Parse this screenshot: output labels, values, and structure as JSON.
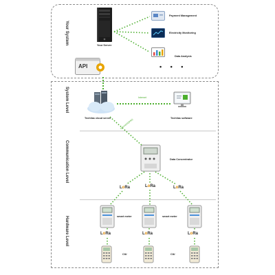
{
  "levels": {
    "your_system": "Your System",
    "system": "System Level",
    "communication": "Communication Level",
    "hardware": "Hardware Level"
  },
  "nodes": {
    "server": "Your Server",
    "api": "API",
    "payment": "Payment Management",
    "electricity": "Electricity Monitoring",
    "analysis": "Data Analysis",
    "more": "• • •",
    "cloud": "Techlias cloud server",
    "software": "Techlias software",
    "internet": "Internet",
    "link": "Internet/GPRS",
    "concentrator": "Data Concentrator",
    "meter1": "smart meter",
    "meter2": "smart meter",
    "ciu1": "CIU",
    "ciu2": "CIU"
  },
  "lora": {
    "comm": [
      "LoRa",
      "LoRa",
      "LoRa"
    ],
    "hw": [
      "LoRa",
      "LoRa",
      "LoRa"
    ]
  },
  "colors": {
    "link_green": "#4caf2e",
    "lora_orange": "#e08a00",
    "api_gold": "#e8a400",
    "dash_grey": "#8a8a8a"
  }
}
